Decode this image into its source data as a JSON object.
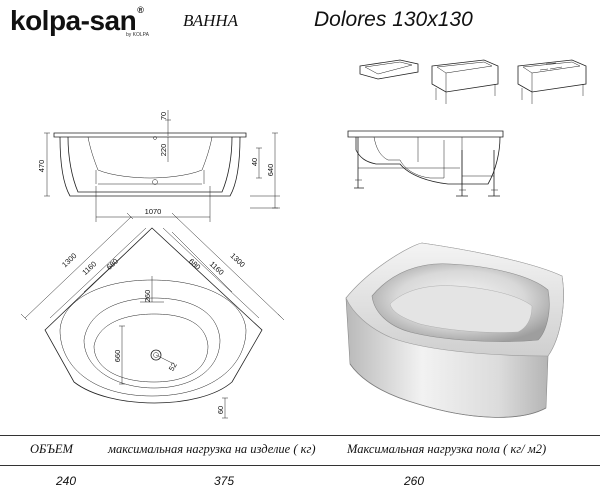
{
  "header": {
    "brand": "kolpa-san",
    "brand_sub": "by KOLPA",
    "product_type": "ВАННА",
    "model": "Dolores  130x130"
  },
  "dimensions": {
    "front_depth_top": "70",
    "front_depth_inner": "220",
    "front_height": "470",
    "front_inner_offset": "40",
    "front_total_height": "640",
    "front_bottom_width": "1070",
    "plan_side_left": "1300",
    "plan_side_left_inner": "1160",
    "plan_side_left_short": "680",
    "plan_side_right": "1300",
    "plan_side_right_inner": "1160",
    "plan_side_right_short": "680",
    "plan_corner_offset": "260",
    "plan_inner_depth": "660",
    "plan_drain_radius": "52",
    "plan_edge_offset": "60"
  },
  "specs": {
    "headers": [
      "ОБЪЕМ",
      "максимальная нагрузка на изделие ( кг)",
      "Максимальная нагрузка пола ( кг/ м2)"
    ],
    "values": [
      "240",
      "375",
      "260"
    ]
  }
}
